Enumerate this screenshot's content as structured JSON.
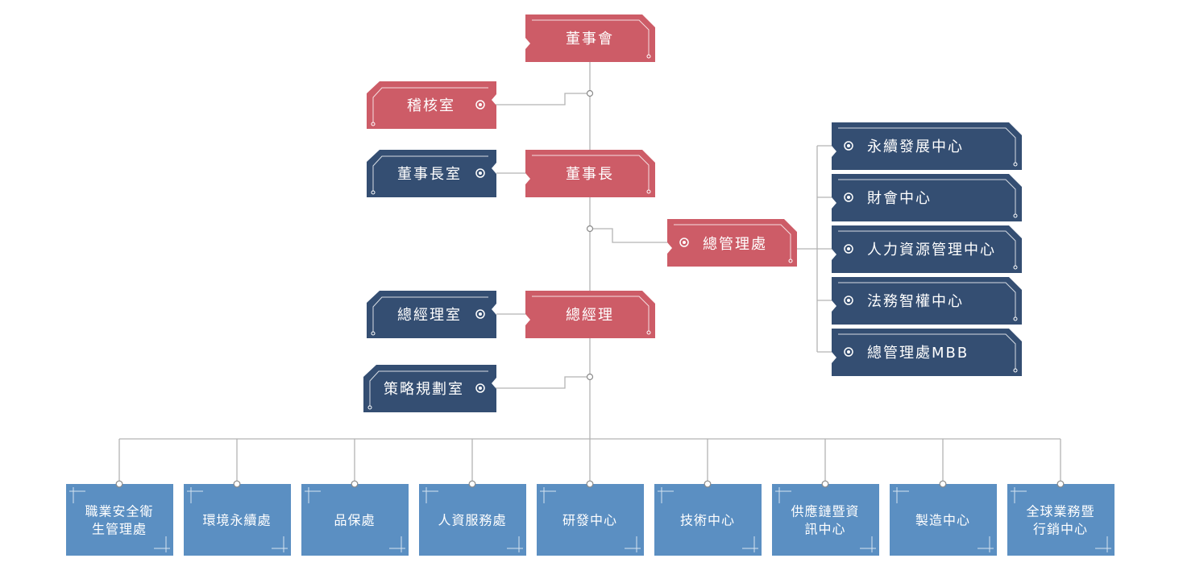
{
  "colors": {
    "exec_red": "#cd5c67",
    "office_navy": "#344e72",
    "dept_blue": "#5b8fc2",
    "connector": "#b3b3b3",
    "accent_line": "#ffffff"
  },
  "top": {
    "board": "董事會",
    "audit": "稽核室",
    "chairman": "董事長",
    "chairman_office": "董事長室",
    "general_admin": "總管理處",
    "president": "總經理",
    "president_office": "總經理室",
    "strategy": "策略規劃室"
  },
  "admin_units": [
    "永續發展中心",
    "財會中心",
    "人力資源管理中心",
    "法務智權中心",
    "總管理處MBB"
  ],
  "departments": [
    [
      "職業安全衛",
      "生管理處"
    ],
    [
      "環境永續處"
    ],
    [
      "品保處"
    ],
    [
      "人資服務處"
    ],
    [
      "研發中心"
    ],
    [
      "技術中心"
    ],
    [
      "供應鏈暨資",
      "訊中心"
    ],
    [
      "製造中心"
    ],
    [
      "全球業務暨",
      "行銷中心"
    ]
  ]
}
